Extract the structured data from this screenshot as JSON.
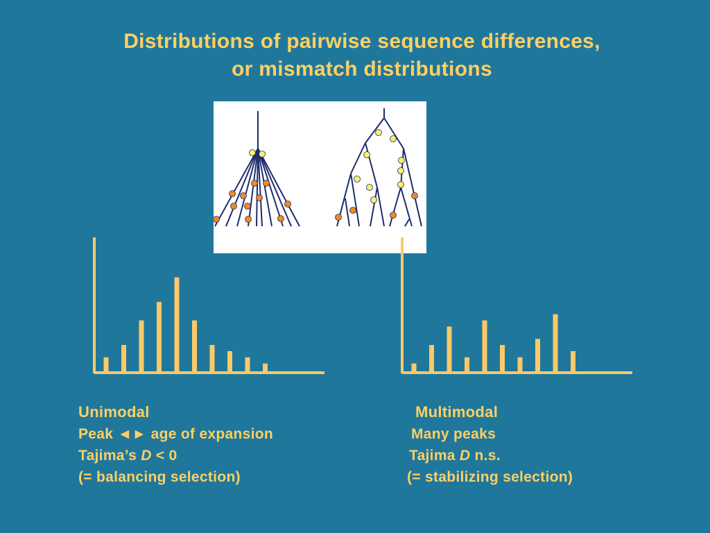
{
  "title": {
    "line1": "Distributions of pairwise sequence differences,",
    "line2": "or mismatch distributions"
  },
  "colors": {
    "background": "#20779c",
    "text": "#ffd062",
    "bars": "#fdc968",
    "tree_line": "#1e2b6e",
    "node_light": "#f6f06a",
    "node_orange": "#f08a1e"
  },
  "left_panel": {
    "heading": "Unimodal",
    "line1": "Peak ◄► age of expansion",
    "line2_prefix": "Tajima’s ",
    "line2_var": "D",
    "line2_suffix": " < 0",
    "line3": "(= balancing selection)"
  },
  "right_panel": {
    "heading": "Multimodal",
    "line1": "Many peaks",
    "line2_prefix": "Tajima ",
    "line2_var": "D",
    "line2_suffix": " n.s.",
    "line3": "(= stabilizing selection)"
  },
  "chart_data": [
    {
      "type": "bar",
      "values": [
        2.5,
        4.5,
        8.5,
        11.5,
        15.5,
        8.5,
        4.5,
        3.5,
        2.5,
        1.5
      ],
      "ylim": [
        0,
        22
      ]
    },
    {
      "type": "bar",
      "values": [
        1.5,
        4.5,
        7.5,
        2.5,
        8.5,
        4.5,
        2.5,
        5.5,
        9.5,
        3.5
      ],
      "ylim": [
        0,
        22
      ]
    }
  ]
}
